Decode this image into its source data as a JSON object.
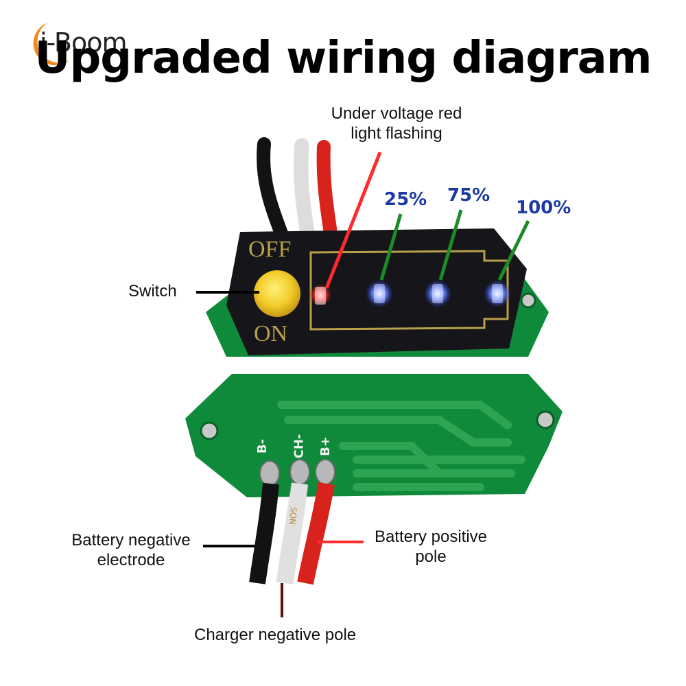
{
  "brand": {
    "logo_text": "i-Boom",
    "logo_color": "#f08a1e"
  },
  "title": "Upgraded wiring diagram",
  "board": {
    "switch_off_label": "OFF",
    "switch_on_label": "ON",
    "pin_labels": [
      "B-",
      "CH-",
      "B+"
    ],
    "wire_print": "SON",
    "colors": {
      "pcb": "#0f8a3a",
      "panel": "#16161a",
      "silkscreen": "#b9a04a",
      "led_blue": "#4a6bff",
      "led_red": "#ff3a3a",
      "knob": "#f2cc2a"
    }
  },
  "leds": [
    {
      "label": "25%"
    },
    {
      "label": "75%"
    },
    {
      "label": "100%"
    }
  ],
  "callouts": {
    "under_voltage_line1": "Under voltage red",
    "under_voltage_line2": "light flashing",
    "switch": "Switch",
    "battery_negative_line1": "Battery negative",
    "battery_negative_line2": "electrode",
    "battery_positive_line1": "Battery positive",
    "battery_positive_line2": "pole",
    "charger_negative": "Charger negative pole"
  }
}
